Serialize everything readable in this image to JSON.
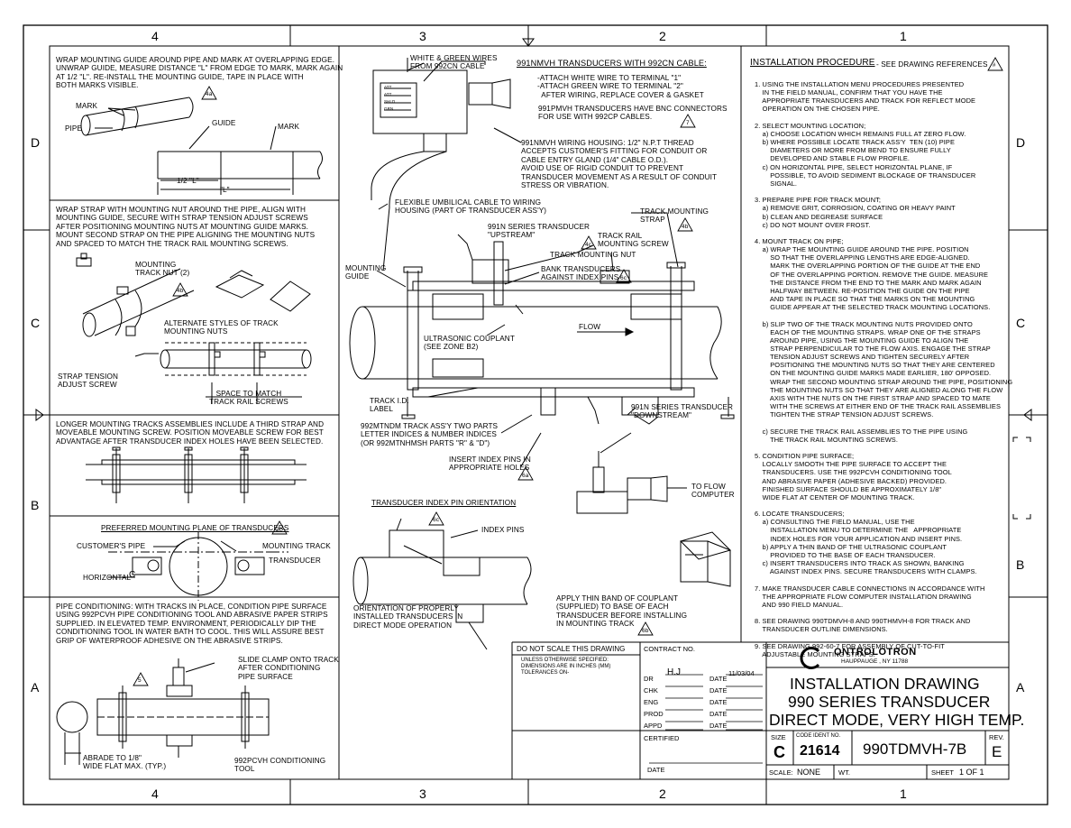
{
  "zones": {
    "top": [
      "4",
      "3",
      "2",
      "1"
    ],
    "bottom": [
      "4",
      "3",
      "2",
      "1"
    ],
    "left": [
      "D",
      "C",
      "B",
      "A"
    ],
    "right": [
      "D",
      "C",
      "B",
      "A"
    ]
  },
  "panels": {
    "wrap_guide": {
      "text": "WRAP MOUNTING GUIDE AROUND PIPE AND MARK AT OVERLAPPING EDGE.\nUNWRAP GUIDE, MEASURE DISTANCE \"L\" FROM EDGE TO MARK, MARK AGAIN\nAT 1/2 \"L\". RE-INSTALL THE MOUNTING GUIDE, TAPE IN PLACE WITH\nBOTH MARKS VISIBLE.",
      "ref": "4a",
      "labels": {
        "mark1": "MARK",
        "pipe": "PIPE",
        "guide": "GUIDE",
        "mark2": "MARK",
        "half_l": "1/2 \"L\"",
        "l": "\"L\""
      }
    },
    "wrap_strap": {
      "text": "WRAP STRAP WITH MOUNTING NUT AROUND THE PIPE, ALIGN WITH\nMOUNTING GUIDE, SECURE WITH STRAP TENSION ADJUST SCREWS\nAFTER POSITIONING MOUNTING NUTS AT MOUNTING GUIDE MARKS.\nMOUNT SECOND STRAP ON THE PIPE ALIGNING THE MOUNTING NUTS\nAND SPACED TO MATCH THE TRACK RAIL MOUNTING SCREWS.",
      "ref": "4b",
      "labels": {
        "nut": "MOUNTING\nTRACK NUT (2)",
        "alt": "ALTERNATE STYLES OF TRACK\nMOUNTING NUTS",
        "strap": "STRAP TENSION\nADJUST SCREW",
        "space": "SPACE TO MATCH\nTRACK RAIL SCREWS"
      }
    },
    "longer": {
      "text": "LONGER MOUNTING TRACKS ASSEMBLIES INCLUDE A THIRD STRAP AND\nMOVEABLE MOUNTING SCREW. POSITION MOVEABLE SCREW FOR BEST\nADVANTAGE AFTER TRANSDUCER INDEX HOLES HAVE BEEN SELECTED."
    },
    "plane": {
      "title": "PREFERRED MOUNTING PLANE OF TRANSDUCERS",
      "ref": "2c",
      "labels": {
        "pipe": "CUSTOMER'S PIPE",
        "track": "MOUNTING TRACK",
        "transducer": "TRANSDUCER",
        "horizontal": "HORIZONTAL",
        "c": "C"
      }
    },
    "condition": {
      "text": "PIPE CONDITIONING: WITH TRACKS IN PLACE, CONDITION PIPE SURFACE\nUSING 992PCVH PIPE CONDITIONING TOOL AND ABRASIVE PAPER STRIPS\nSUPPLIED. IN ELEVATED TEMP. ENVIRONMENT, PERIODICALLY DIP THE\nCONDITIONING TOOL IN WATER BATH TO COOL. THIS WILL ASSURE BEST\nGRIP OF WATERPROOF ADHESIVE ON THE ABRASIVE STRIPS.",
      "ref": "5",
      "labels": {
        "slide": "SLIDE CLAMP ONTO TRACK\nAFTER CONDITIONING\nPIPE SURFACE",
        "abrade": "ABRADE TO 1/8\"\nWIDE FLAT MAX. (TYP.)",
        "tool": "992PCVH CONDITIONING\nTOOL"
      }
    }
  },
  "center": {
    "wires": "WHITE & GREEN WIRES\nFROM 992CN CABLE",
    "cable_title": "991NMVH TRANSDUCERS WITH 992CN CABLE:",
    "cable_steps": "-ATTACH WHITE WIRE TO TERMINAL \"1\"\n-ATTACH GREEN WIRE TO TERMINAL \"2\"\n  AFTER WIRING, REPLACE COVER & GASKET",
    "bnc": "991PMVH TRANSDUCERS HAVE BNC CONNECTORS\nFOR USE WITH 992CP CABLES.",
    "bnc_ref": "7",
    "housing": "991NMVH WIRING HOUSING: 1/2\" N.P.T THREAD\nACCEPTS CUSTOMER'S FITTING FOR CONDUIT OR\nCABLE ENTRY GLAND (1/4\" CABLE O.D.).\nAVOID USE OF RIGID CONDUIT TO PREVENT\nTRANSDUCER MOVEMENT AS A RESULT OF CONDUIT\nSTRESS OR VIBRATION.",
    "umbilical": "FLEXIBLE UMBILICAL CABLE TO WIRING\nHOUSING (PART OF TRANSDUCER ASS'Y)",
    "upstream": "991N SERIES TRANSDUCER\n\"UPSTREAM\"",
    "track_strap": "TRACK MOUNTING\nSTRAP",
    "track_strap_ref": "4b",
    "rail_screw": "TRACK RAIL\nMOUNTING SCREW",
    "rail_ref": "4c",
    "track_nut": "TRACK MOUNTING NUT",
    "bank": "BANK TRANSDUCERS\nAGAINST INDEX PINS",
    "bank_ref": "6c",
    "mounting_guide": "MOUNTING\nGUIDE",
    "flow": "FLOW",
    "couplant": "ULTRASONIC COUPLANT\n(SEE ZONE B2)",
    "track_id": "TRACK I.D.\nLABEL",
    "downstream": "991N SERIES TRANSDUCER\n\"DOWNSTREAM\"",
    "track_assy": "992MTNDM TRACK ASS'Y TWO PARTS\nLETTER INDICES & NUMBER INDICES\n(OR 992MTNHMSH PARTS \"R\" & \"D\")",
    "insert_pins": "INSERT INDEX PINS IN\nAPPROPRIATE HOLES",
    "insert_ref": "6a",
    "to_flow": "TO FLOW\nCOMPUTER",
    "pin_title": "TRANSDUCER INDEX PIN ORIENTATION",
    "pin_ref": "6c",
    "index_pins": "INDEX PINS",
    "orientation": "ORIENTATION OF PROPERLY\nINSTALLED TRANSDUCERS IN\nDIRECT MODE OPERATION",
    "apply": "APPLY THIN BAND OF COUPLANT\n(SUPPLIED) TO BASE OF EACH\nTRANSDUCER BEFORE INSTALLING\nIN MOUNTING TRACK",
    "apply_ref": "6b",
    "terminals": [
      "ATT",
      "ATT",
      "SHLD",
      "GRN"
    ]
  },
  "procedure": {
    "title": "INSTALLATION PROCEDURE",
    "subtitle": "- SEE DRAWING REFERENCES",
    "ref": "#",
    "body": "1. USING THE INSTALLATION MENU PROCEDURES PRESENTED\n    IN THE FIELD MANUAL, CONFIRM THAT YOU HAVE THE\n    APPROPRIATE TRANSDUCERS AND TRACK FOR REFLECT MODE\n    OPERATION ON THE CHOSEN PIPE.\n\n2. SELECT MOUNTING LOCATION;\n    a) CHOOSE LOCATION WHICH REMAINS FULL AT ZERO FLOW.\n    b) WHERE POSSIBLE LOCATE TRACK ASS'Y  TEN (10) PIPE\n        DIAMETERS OR MORE FROM BEND TO ENSURE FULLY\n        DEVELOPED AND STABLE FLOW PROFILE.\n    c) ON HORIZONTAL PIPE, SELECT HORIZONTAL PLANE, IF\n        POSSIBLE, TO AVOID SEDIMENT BLOCKAGE OF TRANSDUCER\n        SIGNAL.\n\n3. PREPARE PIPE FOR TRACK MOUNT;\n    a) REMOVE GRIT, CORROSION, COATING OR HEAVY PAINT\n    b) CLEAN AND DEGREASE SURFACE\n    c) DO NOT MOUNT OVER FROST.\n\n4. MOUNT TRACK ON PIPE;\n    a) WRAP THE MOUNTING GUIDE AROUND THE PIPE. POSITION\n        SO THAT THE OVERLAPPING LENGTHS ARE EDGE-ALIGNED.\n        MARK THE OVERLAPPING PORTION OF THE GUIDE AT THE END\n        OF THE OVERLAPPING PORTION. REMOVE THE GUIDE. MEASURE\n        THE DISTANCE FROM THE END TO THE MARK AND MARK AGAIN\n        HALFWAY BETWEEN. RE-POSITION THE GUIDE ON THE PIPE\n        AND TAPE IN PLACE SO THAT THE MARKS ON THE MOUNTING\n        GUIDE APPEAR AT THE SELECTED TRACK MOUNTING LOCATIONS.\n\n    b) SLIP TWO OF THE TRACK MOUNTING NUTS PROVIDED ONTO\n        EACH OF THE MOUNTING STRAPS. WRAP ONE OF THE STRAPS\n        AROUND PIPE, USING THE MOUNTING GUIDE TO ALIGN THE\n        STRAP PERPENDICULAR TO THE FLOW AXIS. ENGAGE THE STRAP\n        TENSION ADJUST SCREWS AND TIGHTEN SECURELY AFTER\n        POSITIONING THE MOUNTING NUTS SO THAT THEY ARE CENTERED\n        ON THE MOUNTING GUIDE MARKS MADE EARLIER, 180' OPPOSED.\n        WRAP THE SECOND MOUNTING STRAP AROUND THE PIPE, POSITIONING\n        THE MOUNTING NUTS SO THAT THEY ARE ALIGNED ALONG THE FLOW\n        AXIS WITH THE NUTS ON THE FIRST STRAP AND SPACED TO MATE\n        WITH THE SCREWS AT EITHER END OF THE TRACK RAIL ASSEMBLIES\n        TIGHTEN THE STRAP TENSION ADJUST SCREWS.\n\n    c) SECURE THE TRACK RAIL ASSEMBLIES TO THE PIPE USING\n        THE TRACK RAIL MOUNTING SCREWS.\n\n5. CONDITION PIPE SURFACE;\n    LOCALLY SMOOTH THE PIPE SURFACE TO ACCEPT THE\n    TRANSDUCERS. USE THE 992PCVH CONDITIONING TOOL\n    AND ABRASIVE PAPER (ADHESIVE BACKED) PROVIDED.\n    FINISHED SURFACE SHOULD BE APPROXIMATELY 1/8\"\n    WIDE FLAT AT CENTER OF MOUNTING TRACK.\n\n6. LOCATE TRANSDUCERS;\n    a) CONSULTING THE FIELD MANUAL, USE THE\n        INSTALLATION MENU TO DETERMINE THE   APPROPRIATE\n        INDEX HOLES FOR YOUR APPLICATION AND INSERT PINS.\n    b) APPLY A THIN BAND OF THE ULTRASONIC COUPLANT\n        PROVIDED TO THE BASE OF EACH TRANSDUCER.\n    c) INSERT TRANSDUCERS INTO TRACK AS SHOWN, BANKING\n        AGAINST INDEX PINS. SECURE TRANSDUCERS WITH CLAMPS.\n\n7. MAKE TRANSDUCER CABLE CONNECTIONS IN ACCORDANCE WITH\n    THE APPROPRIATE FLOW COMPUTER INSTALLATION DRAWING\n    AND 990 FIELD MANUAL.\n\n8. SEE DRAWING 990TDMVH-8 AND 990THMVH-8 FOR TRACK AND\n    TRANSDUCER OUTLINE DIMENSIONS.\n\n9. SEE DRAWING 992-60-7 FOR ASSEMBLY OF CUT-TO-FIT\n    ADJUSTABLE MOUNTING STRAPS."
  },
  "title_block": {
    "no_scale": "DO NOT SCALE THIS DRAWING",
    "unless": "UNLESS OTHERWISE SPECIFIED:\nDIMENSIONS ARE IN INCHES (MM)\nTOLERANCES ON-",
    "contract": "CONTRACT NO.",
    "dr": "DR",
    "dr_name": "H.J",
    "date_label": "DATE",
    "dr_date": "11/03/04",
    "chk": "CHK",
    "eng": "ENG",
    "prod": "PROD",
    "appd": "APPD",
    "certified": "CERTIFIED",
    "date2": "DATE",
    "company": "ONTROLOTRON",
    "company_c": "C",
    "address": "HAUPPAUGE , NY 11788",
    "title1": "INSTALLATION DRAWING",
    "title2": "990 SERIES TRANSDUCER",
    "title3": "DIRECT MODE, VERY HIGH TEMP.",
    "size_label": "SIZE",
    "size": "C",
    "code_label": "CODE IDENT NO.",
    "code": "21614",
    "drawing_no": "990TDMVH-7B",
    "rev_label": "REV.",
    "rev": "E",
    "scale_label": "SCALE:",
    "scale": "NONE",
    "wt": "WT.",
    "sheet_label": "SHEET",
    "sheet": "1 OF 1"
  }
}
